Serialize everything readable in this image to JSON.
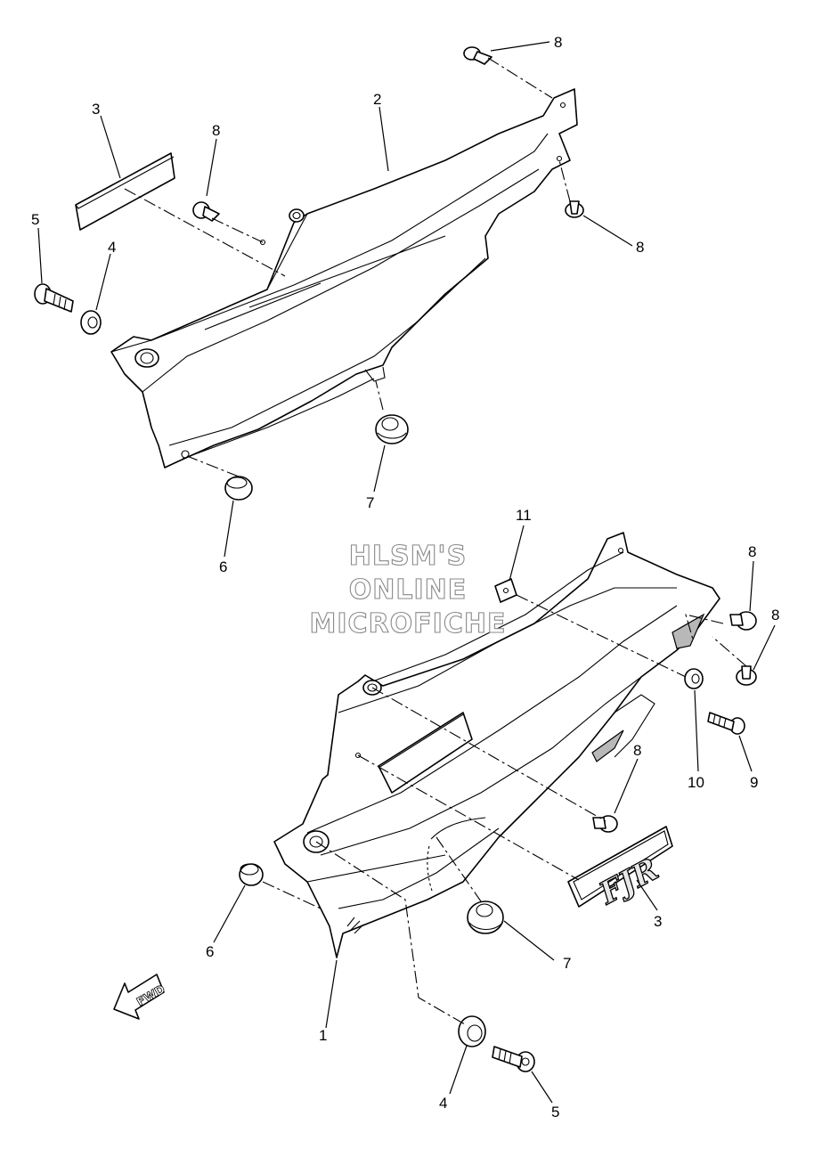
{
  "watermark": {
    "line1": "HLSM'S",
    "line2": "ONLINE",
    "line3": "MICROFICHE"
  },
  "direction_label": "FWD",
  "emblem_text": "FJR",
  "callouts": [
    {
      "id": "c8a",
      "label": "8"
    },
    {
      "id": "c3a",
      "label": "3"
    },
    {
      "id": "c2",
      "label": "2"
    },
    {
      "id": "c8b",
      "label": "8"
    },
    {
      "id": "c8c",
      "label": "8"
    },
    {
      "id": "c5a",
      "label": "5"
    },
    {
      "id": "c4a",
      "label": "4"
    },
    {
      "id": "c7a",
      "label": "7"
    },
    {
      "id": "c6a",
      "label": "6"
    },
    {
      "id": "c11",
      "label": "11"
    },
    {
      "id": "c8d",
      "label": "8"
    },
    {
      "id": "c8e",
      "label": "8"
    },
    {
      "id": "c10",
      "label": "10"
    },
    {
      "id": "c9",
      "label": "9"
    },
    {
      "id": "c8f",
      "label": "8"
    },
    {
      "id": "c3b",
      "label": "3"
    },
    {
      "id": "c6b",
      "label": "6"
    },
    {
      "id": "c7b",
      "label": "7"
    },
    {
      "id": "c1",
      "label": "1"
    },
    {
      "id": "c4b",
      "label": "4"
    },
    {
      "id": "c5b",
      "label": "5"
    }
  ]
}
